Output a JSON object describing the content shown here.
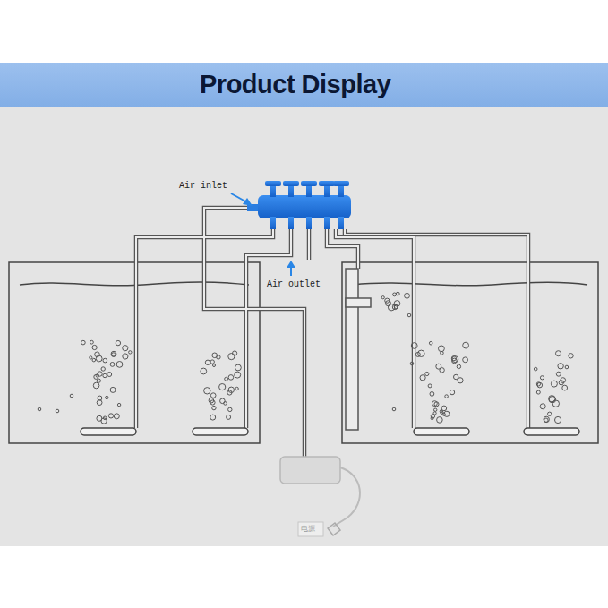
{
  "diagram": {
    "title": "Product Display",
    "labels": [
      "Air inlet",
      "Air outlet",
      "电源"
    ]
  }
}
